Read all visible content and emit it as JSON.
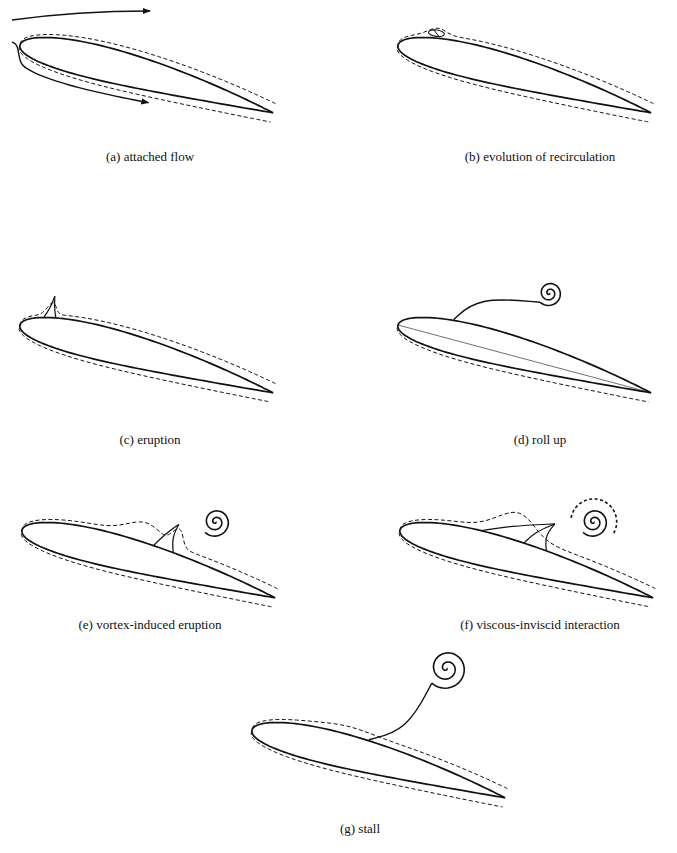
{
  "diagram": {
    "labels": [
      "(a) attached flow",
      "(b) evolution of recirculation",
      "(c) eruption",
      "(d) roll up",
      "(e) vortex-induced eruption",
      "(f) viscous-inviscid interaction",
      "(g) stall"
    ]
  }
}
